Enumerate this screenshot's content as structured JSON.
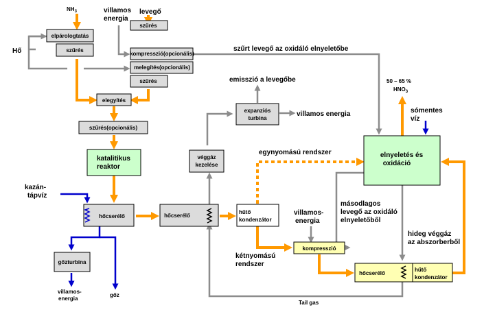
{
  "boxes": {
    "elparologtatas": "elpárologtatás",
    "szures1": "szűrés",
    "szures_top": "szűrés",
    "kompresszio_opc": "kompresszió(opcionális)",
    "melegites_opc": "melegítés(opcionális)",
    "szures3": "szűrés",
    "elegyites": "elegyítés",
    "szures_opc": "szűrés(opcionális)",
    "katalitikus": [
      "katalitikus",
      "reaktor"
    ],
    "hocserelo1": "hőcserélő",
    "hocserelo2": "hőcserélő",
    "hoceralo3": "hőcserélő",
    "gozturbina": "gőzturbina",
    "veggaz_kezeles": [
      "véggáz",
      "kezelése"
    ],
    "expanzios_turbina": [
      "expanziós",
      "turbina"
    ],
    "huto_kondenzator1": [
      "hűtő",
      "kondenzátor"
    ],
    "huto_kondenzator2": [
      "hűtő",
      "kondenzátor"
    ],
    "kompresszio2": "kompresszió",
    "elnyeletes": [
      "elnyeletés és",
      "oxidáció"
    ]
  },
  "labels": {
    "nh3": "NH",
    "nh3_sub": "3",
    "villamos_energia_top": [
      "villamos",
      "energia"
    ],
    "levego": "levegő",
    "ho": "Hő",
    "szurt_levego": "szűrt levegő az oxidáló elnyeletőbe",
    "emisszio": "emisszió a levegőbe",
    "villamos_energia_turbina": "villamos energia",
    "hno3_pct": "50 – 65 %",
    "hno3": "HNO",
    "hno3_sub": "3",
    "somentes_viz": [
      "sómentes",
      "víz"
    ],
    "egynyomasu": "egynyomású rendszer",
    "kazantapviz": [
      "kazán-",
      "tápvíz"
    ],
    "masodlagos_levego": [
      "másodlagos",
      "levegő az oxidáló",
      "elnyeletőből"
    ],
    "villamos_energia_komp": [
      "villamos-",
      "energia"
    ],
    "hideg_veggaz": [
      "hideg véggáz",
      "az abszorberből"
    ],
    "ketnyomasu": [
      "kétnyomású",
      "rendszer"
    ],
    "villamos_energia_goz": [
      "villamos-",
      "energia"
    ],
    "goz": "gőz",
    "tail_gas": "Tail gas"
  },
  "colors": {
    "main_flow": "#ff9900",
    "air_flow": "#8c8c8c",
    "water_flow": "#0000cc",
    "reactor": "#ccffcc",
    "process_box": "#dcdcdc",
    "condenser": "#ffffb3"
  }
}
